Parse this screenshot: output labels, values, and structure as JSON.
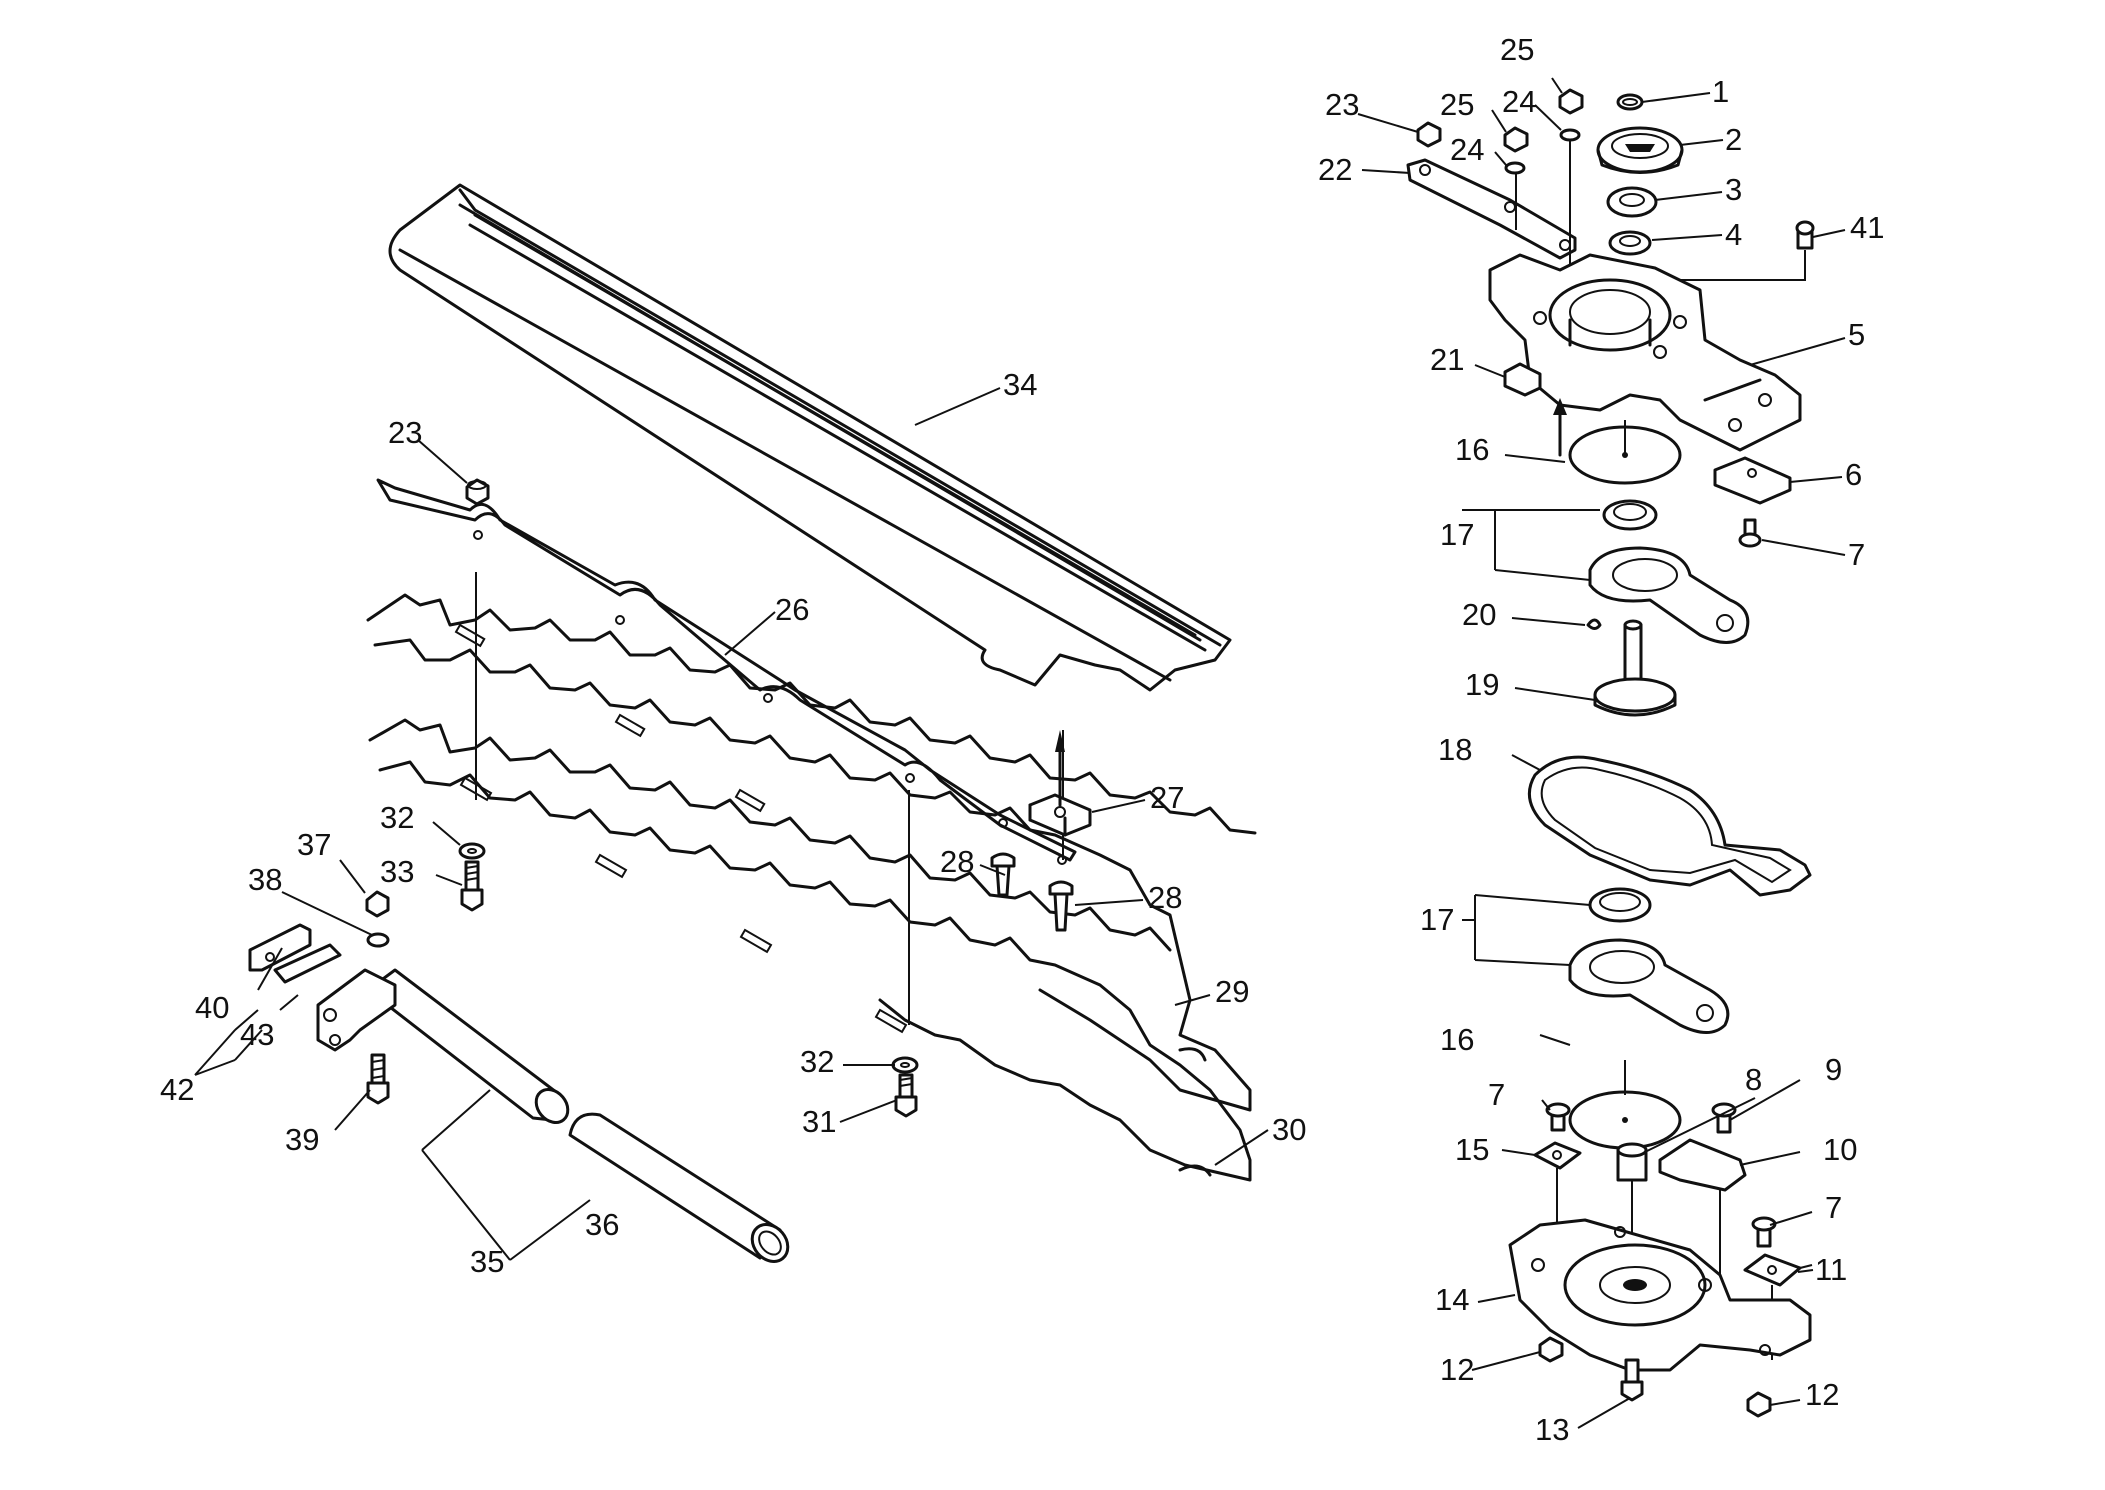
{
  "diagram": {
    "labels": [
      "1",
      "2",
      "3",
      "4",
      "5",
      "6",
      "7",
      "8",
      "9",
      "10",
      "11",
      "12",
      "13",
      "14",
      "15",
      "16",
      "17",
      "18",
      "19",
      "20",
      "21",
      "22",
      "23",
      "24",
      "25",
      "26",
      "27",
      "28",
      "29",
      "30",
      "31",
      "32",
      "33",
      "34",
      "35",
      "36",
      "37",
      "38",
      "39",
      "40",
      "41",
      "42",
      "43"
    ]
  },
  "colors": {
    "line": "#111111",
    "background": "#ffffff"
  }
}
